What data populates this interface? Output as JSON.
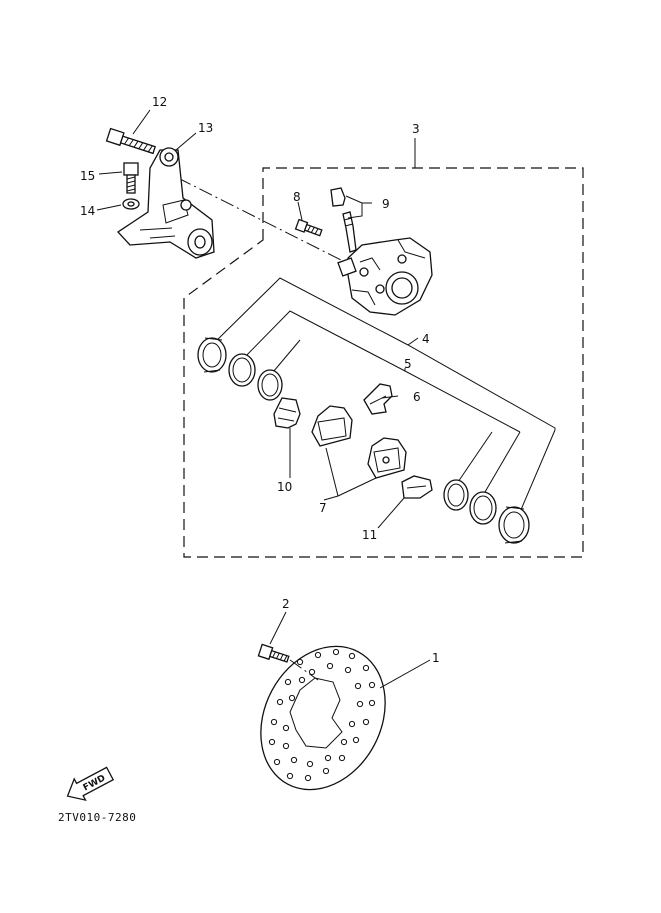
{
  "diagram": {
    "labels": {
      "p1": "1",
      "p2": "2",
      "p3": "3",
      "p4": "4",
      "p5": "5",
      "p6": "6",
      "p7": "7",
      "p8": "8",
      "p9": "9",
      "p10": "10",
      "p11": "11",
      "p12": "12",
      "p13": "13",
      "p14": "14",
      "p15": "15"
    },
    "fwd_label": "FWD",
    "drawing_code": "2TV010-7280"
  }
}
